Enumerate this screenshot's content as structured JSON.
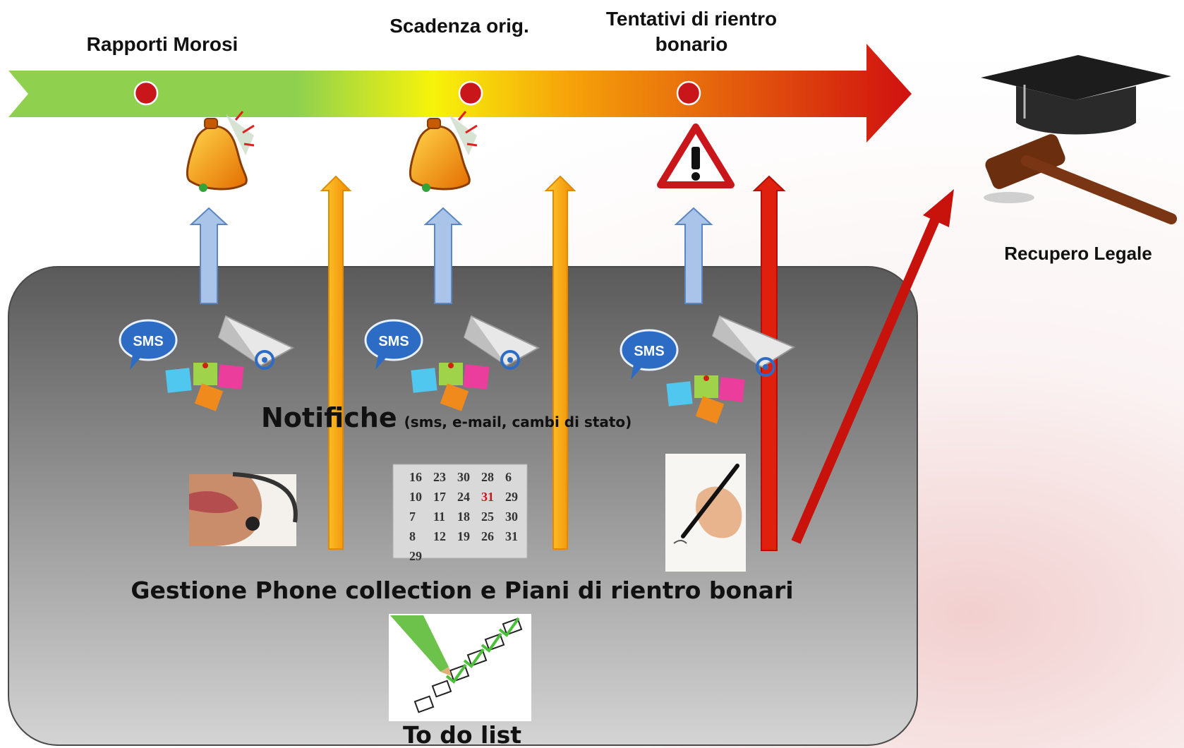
{
  "timeline": {
    "stages": [
      {
        "label_lines": [
          "Rapporti Morosi"
        ]
      },
      {
        "label_lines": [
          "Scadenza orig."
        ]
      },
      {
        "label_lines": [
          "Tentativi di rientro",
          "bonario"
        ]
      }
    ],
    "arrow_gradient": [
      "#8fd14f",
      "#f7f30a",
      "#f39c12",
      "#d01010"
    ]
  },
  "legal": {
    "label": "Recupero Legale"
  },
  "panel": {
    "notifications_title": "Notifiche",
    "notifications_detail": "(sms, e-mail, cambi di stato)",
    "management_label": "Gestione Phone collection e Piani di rientro bonari",
    "todo_label": "To do list",
    "sms_badge": "SMS",
    "calendar_numbers": [
      "16",
      "23",
      "30",
      "28",
      "6",
      "10",
      "17",
      "24",
      "31",
      "29",
      "7",
      "11",
      "18",
      "25",
      "30",
      "8",
      "12",
      "19",
      "26",
      "31",
      "29"
    ]
  },
  "icons": [
    "bell-icon",
    "warning-icon",
    "sms-icon",
    "email-icon",
    "sticky-notes-icon",
    "headset-operator-icon",
    "calendar-icon",
    "signing-hand-icon",
    "todo-checklist-icon",
    "gavel-icon",
    "graduation-cap-icon"
  ],
  "colors": {
    "stage_dot": "#c8161b",
    "panel_top": "#5a5a5a",
    "panel_bottom": "#d4d4d4",
    "orange_arrow": "#f5a30a",
    "red_arrow": "#e0200f",
    "blue_arrow": "#a9c4e8"
  }
}
